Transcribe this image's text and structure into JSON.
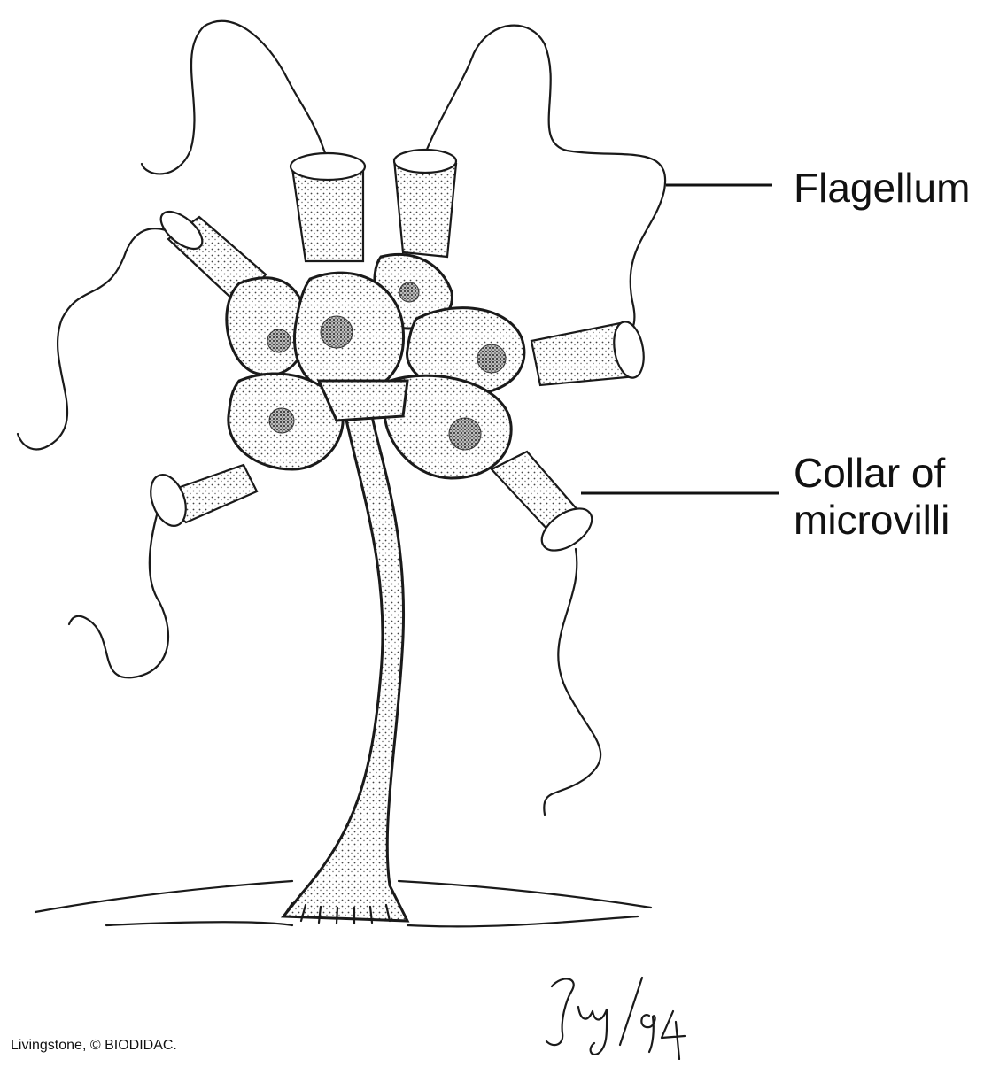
{
  "labels": {
    "flagellum": "Flagellum",
    "collar_line1": "Collar of",
    "collar_line2": "microvilli"
  },
  "credit": "Livingstone, © BIODIDAC.",
  "signature": "Jy/94",
  "colors": {
    "ink": "#1a1a1a",
    "background": "#ffffff"
  }
}
